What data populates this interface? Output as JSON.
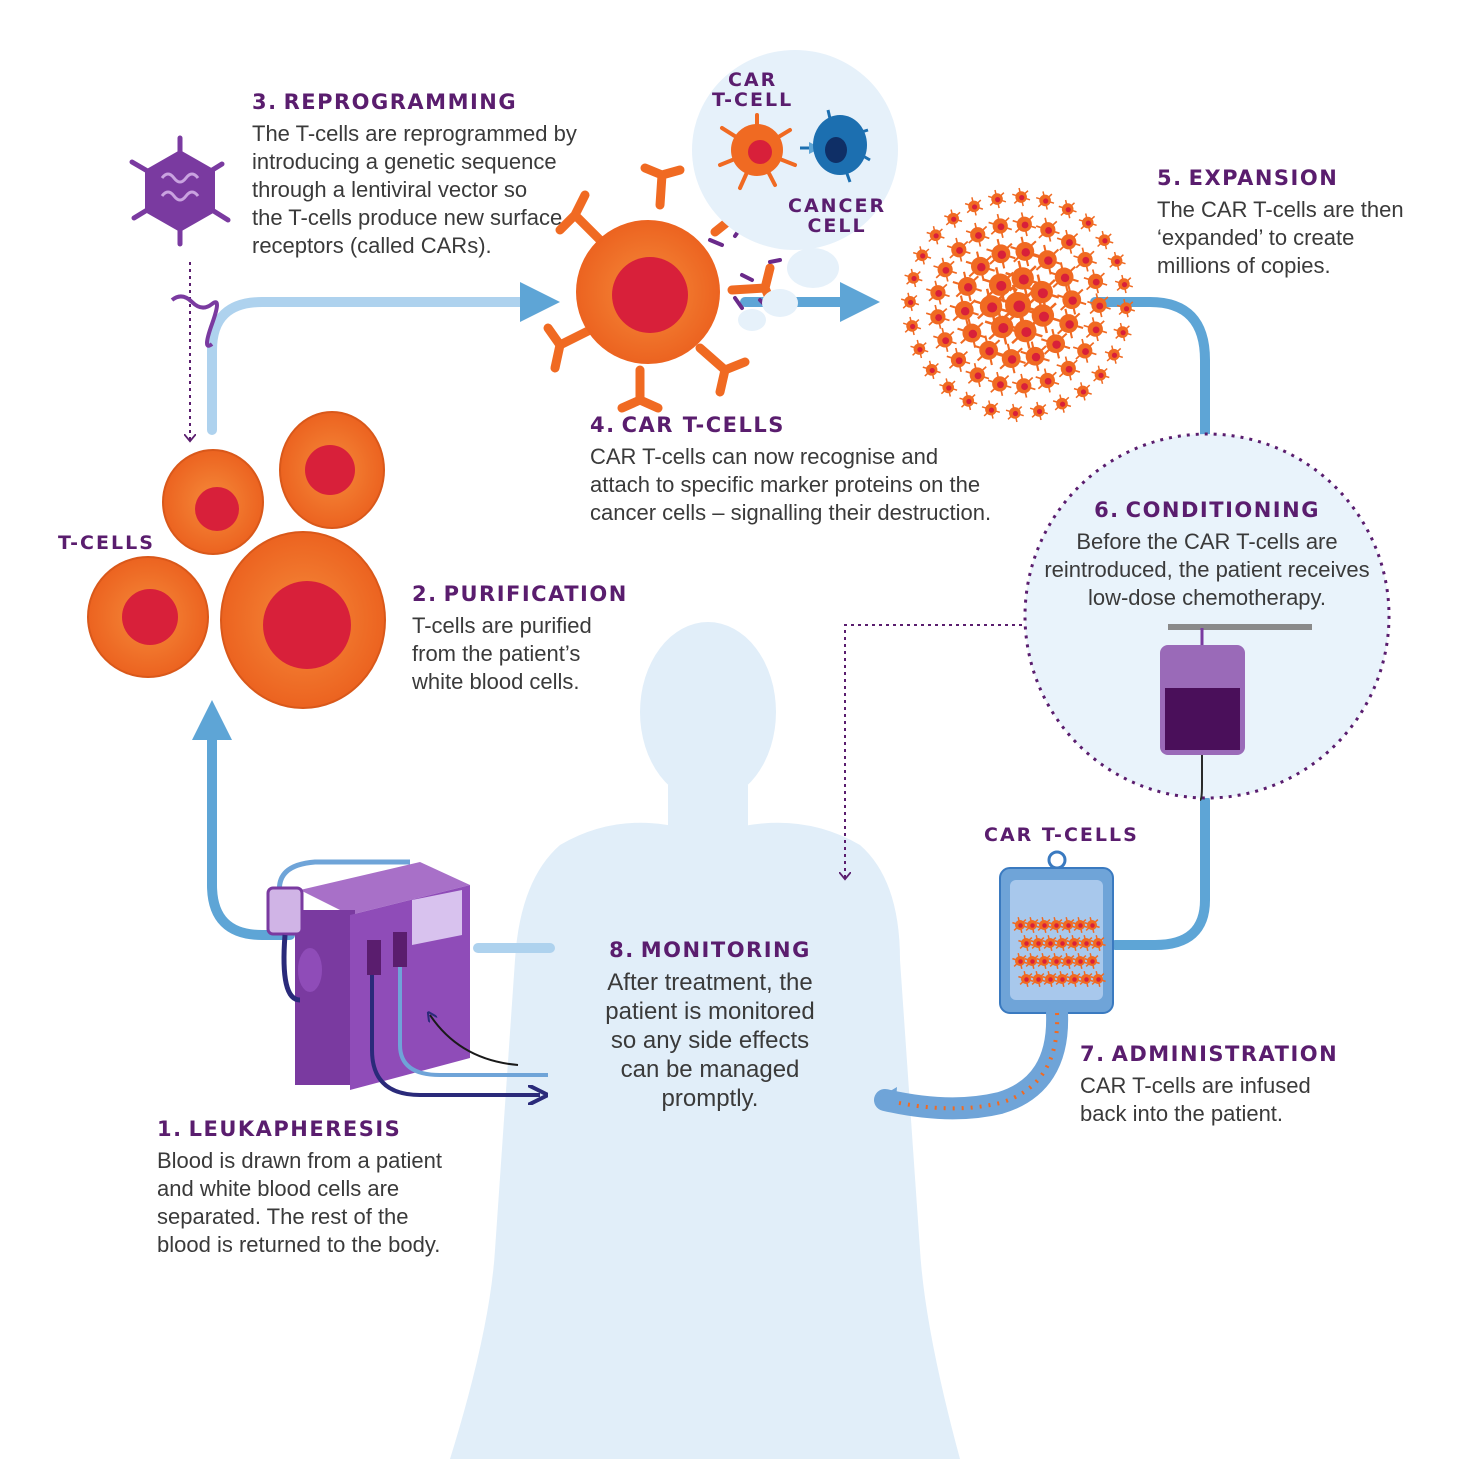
{
  "colors": {
    "purple_title": "#5a1d6e",
    "body_text": "#3a3a3a",
    "t_cell": "#f06a22",
    "nucleus": "#d8203a",
    "cancer_cell": "#1c6fb0",
    "flow_arrow": "#5ea5d6",
    "body_silhouette": "#e1eef9",
    "machine": "#8a3eb0"
  },
  "labels": {
    "t_cells": "T-CELLS",
    "car_t_cell": "CAR\nT-CELL",
    "cancer_cell": "CANCER\nCELL",
    "car_t_cells_bag": "CAR T-CELLS"
  },
  "steps": [
    {
      "num": "1.",
      "title": "LEUKAPHERESIS",
      "text": "Blood is drawn from a patient\nand white blood cells are\nseparated. The rest of the\nblood is returned to the body."
    },
    {
      "num": "2.",
      "title": "PURIFICATION",
      "text": "T-cells are purified\nfrom the patient’s\nwhite blood cells."
    },
    {
      "num": "3.",
      "title": "REPROGRAMMING",
      "text": "The T-cells are reprogrammed by\nintroducing a genetic sequence\nthrough a lentiviral vector so\nthe T-cells produce new surface\nreceptors (called CARs)."
    },
    {
      "num": "4.",
      "title": "CAR T-CELLS",
      "text": "CAR T-cells can now recognise and\nattach to specific marker proteins on the\ncancer cells – signalling their destruction."
    },
    {
      "num": "5.",
      "title": "EXPANSION",
      "text": "The CAR T-cells are then\n‘expanded’ to create\nmillions of copies."
    },
    {
      "num": "6.",
      "title": "CONDITIONING",
      "text": "Before the CAR T-cells are\nreintroduced, the patient receives\nlow-dose chemotherapy."
    },
    {
      "num": "7.",
      "title": "ADMINISTRATION",
      "text": "CAR T-cells are infused\nback into the patient."
    },
    {
      "num": "8.",
      "title": "MONITORING",
      "text": "After treatment, the\npatient is monitored\nso any side effects\ncan be managed\npromptly."
    }
  ],
  "icons": [
    "lentivirus-icon",
    "dna-strand-icon",
    "t-cell-icon",
    "car-t-cell-icon",
    "cancer-cell-icon",
    "apheresis-machine-icon",
    "iv-bag-icon",
    "infusion-bag-icon",
    "human-silhouette"
  ]
}
